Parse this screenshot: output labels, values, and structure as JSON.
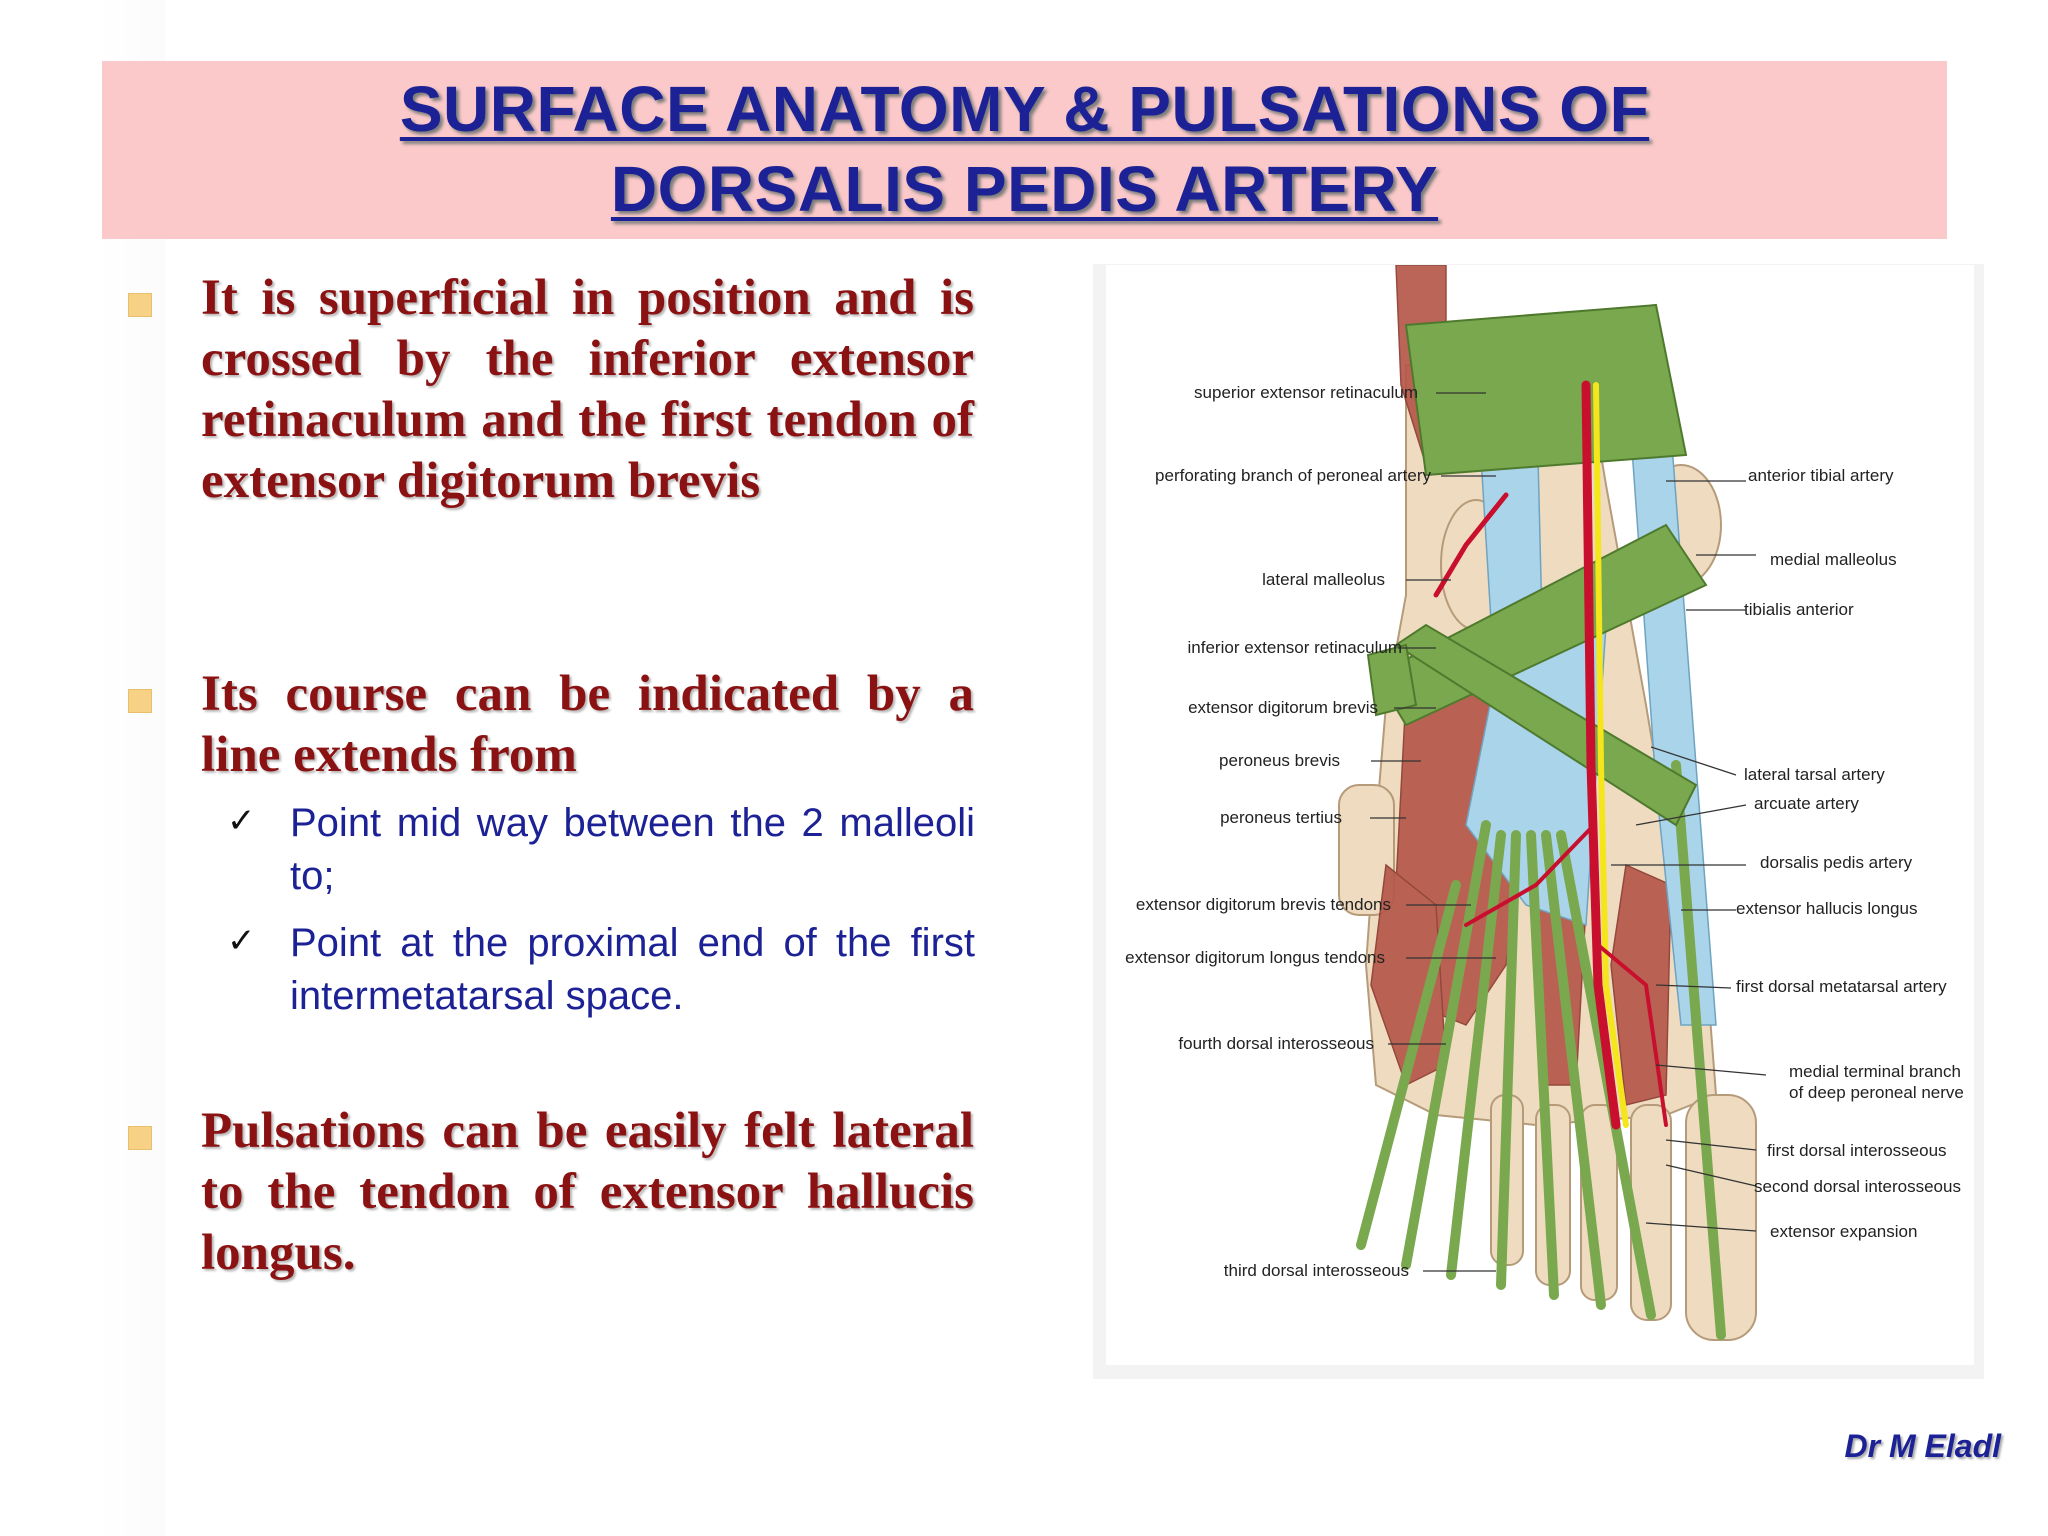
{
  "title": {
    "line1": "SURFACE ANATOMY & PULSATIONS OF",
    "line2": "DORSALIS PEDIS ARTERY"
  },
  "bullets": [
    {
      "text": "It is superficial in position and is crossed by the inferior extensor retinaculum and the first tendon of extensor digitorum brevis"
    },
    {
      "text": "Its course can be indicated by a line extends from",
      "subitems": [
        {
          "text": "Point mid way between the 2 malleoli to;"
        },
        {
          "text": "Point at the proximal end of the first intermetatarsal space."
        }
      ]
    },
    {
      "text": "Pulsations can be easily felt lateral to the tendon of extensor hallucis longus."
    }
  ],
  "figure": {
    "labels_left": [
      "superior extensor retinaculum",
      "perforating branch of peroneal artery",
      "lateral malleolus",
      "inferior extensor retinaculum",
      "extensor digitorum brevis",
      "peroneus brevis",
      "peroneus tertius",
      "extensor digitorum brevis tendons",
      "extensor digitorum longus tendons",
      "fourth dorsal interosseous",
      "third dorsal interosseous"
    ],
    "labels_right": [
      "anterior tibial artery",
      "medial malleolus",
      "tibialis anterior",
      "lateral tarsal artery",
      "arcuate artery",
      "dorsalis pedis artery",
      "extensor hallucis longus",
      "first dorsal metatarsal artery",
      "medial terminal branch",
      "of deep peroneal nerve",
      "first dorsal interosseous",
      "second dorsal interosseous",
      "extensor expansion"
    ]
  },
  "colors": {
    "title": "#1c2295",
    "banner": "#fbc9c9",
    "bullet_text": "#8b1212",
    "sub_text": "#1c2295",
    "bullet_marker": "#f7d286",
    "tendon_green": "#7aa84e",
    "muscle_red": "#b5584a",
    "artery_red": "#c8102e",
    "nerve_yellow": "#f4e61a",
    "tendon_blue": "#a9d4ea",
    "bone": "#efdcc0"
  },
  "author": "Dr M Eladl"
}
